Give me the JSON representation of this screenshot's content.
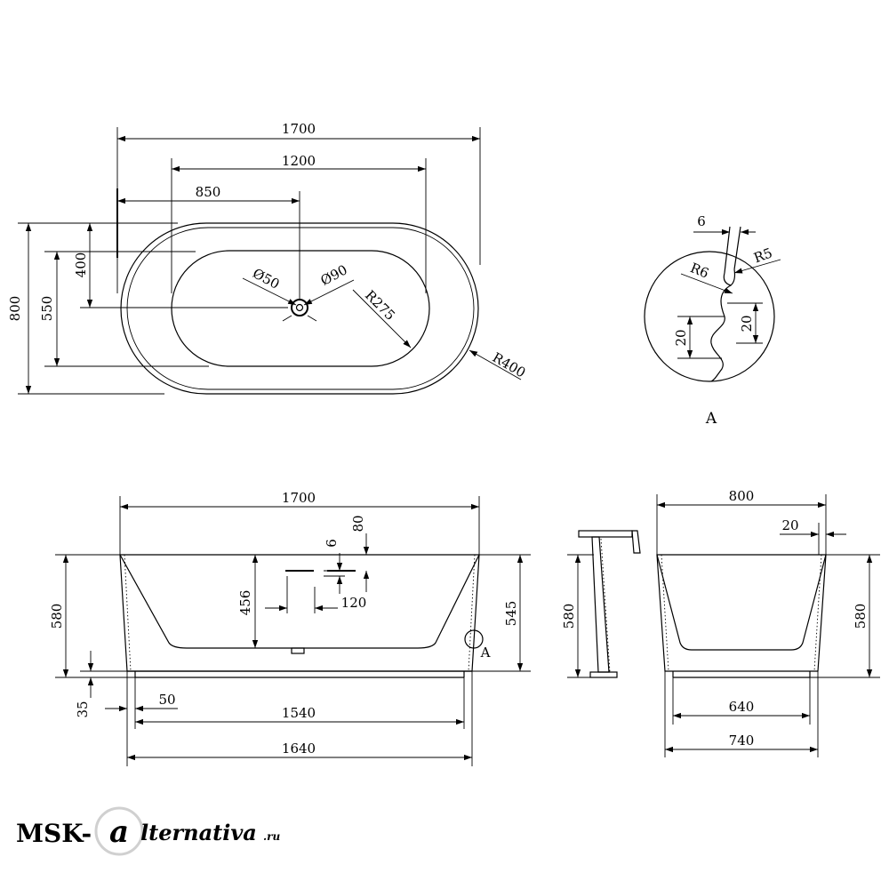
{
  "top_view": {
    "overall_length": "1700",
    "drain_span": "1200",
    "drain_offset": "850",
    "overall_width": "800",
    "inner_width": "550",
    "drain_from_edge": "400",
    "drain_dia": "Ø50",
    "overflow_dia": "Ø90",
    "inner_radius": "R275",
    "outer_radius": "R400"
  },
  "detail_a": {
    "label": "A",
    "rim_thickness": "6",
    "radius_small": "R5",
    "radius_large": "R6",
    "step_left": "20",
    "step_right": "20"
  },
  "front_view": {
    "overall_length": "1700",
    "height": "580",
    "inner_depth": "456",
    "rim_height": "545",
    "plinth_height": "35",
    "plinth_setback": "50",
    "base_length": "1540",
    "footprint_length": "1640",
    "drain_spacing": "120",
    "drain_wall": "6",
    "drain_rise": "80",
    "detail_marker": "A"
  },
  "side_view": {
    "overall_width": "800",
    "wall_thickness": "20",
    "height_left": "580",
    "height_right": "580",
    "base_width": "640",
    "footprint_width": "740"
  },
  "watermark": {
    "part1": "MSK-",
    "part2": "lternativa",
    "suffix": ".ru"
  }
}
